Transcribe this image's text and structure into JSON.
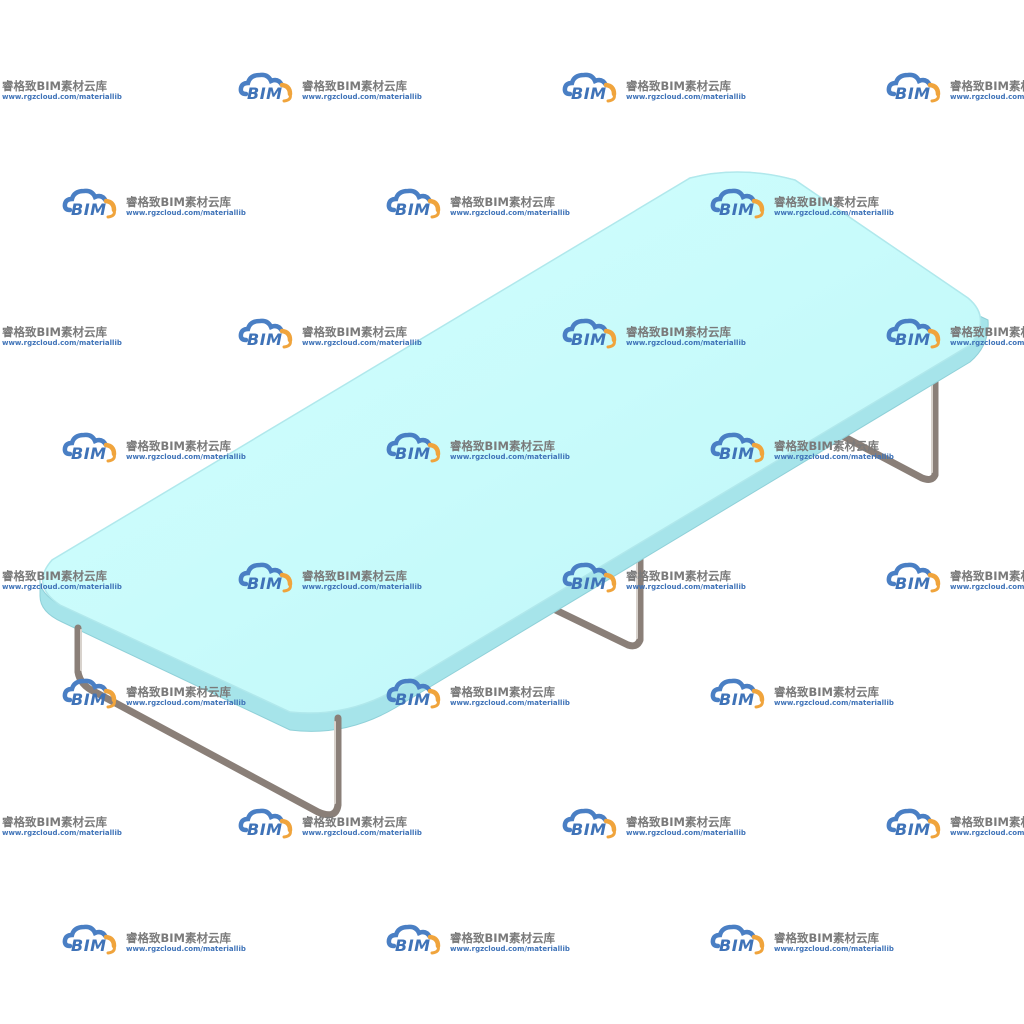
{
  "watermark": {
    "brand": "BIM",
    "title": "睿格致BIM素材云库",
    "url": "www.rgzcloud.com/materiallib",
    "logo_icon": "cloud-icon",
    "colors": {
      "cloud_blue": "#4a7fc4",
      "cloud_orange": "#f0a43c",
      "text_gray": "#7a7a7a"
    }
  },
  "object": {
    "icon": "folding-bed-icon",
    "colors": {
      "mattress_top": "#c8fbfb",
      "mattress_side": "#a6e4ea",
      "frame_metal": "#8a7f78"
    }
  }
}
